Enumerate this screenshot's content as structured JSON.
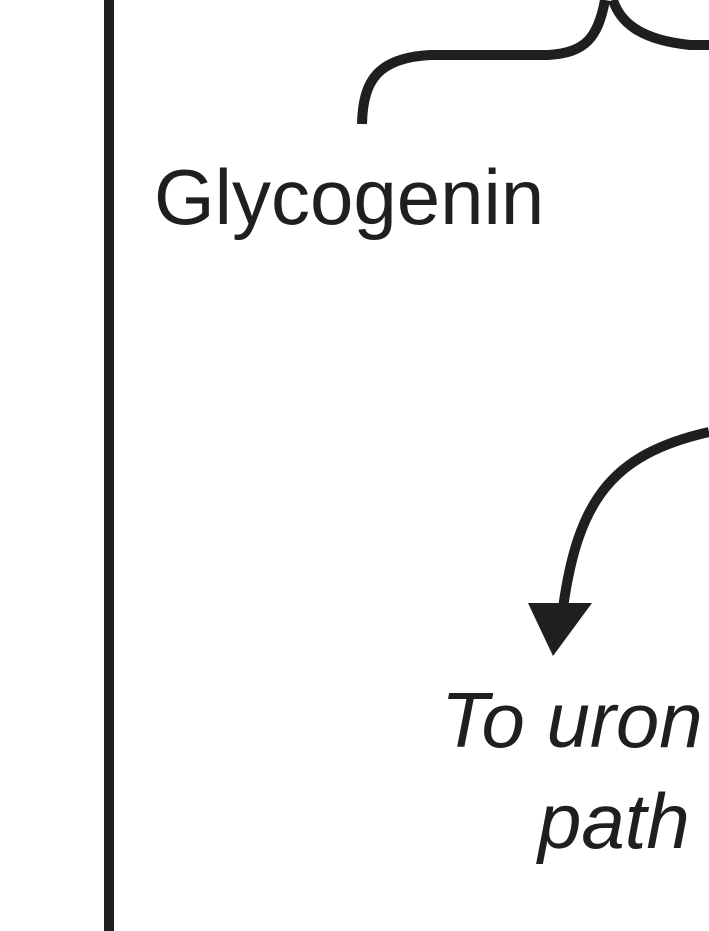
{
  "labels": {
    "glycogenin": "Glycogenin",
    "pathway_line1": "To uron",
    "pathway_line2": "path"
  },
  "colors": {
    "ink": "#1f1f1f",
    "background": "#ffffff"
  }
}
